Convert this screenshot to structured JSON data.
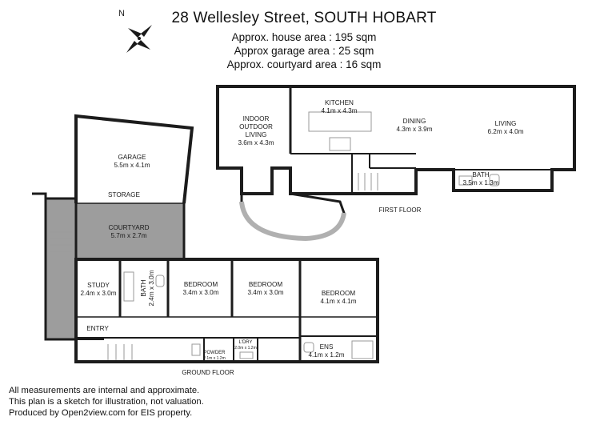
{
  "header": {
    "title": "28 Wellesley Street, SOUTH HOBART",
    "house_area": "Approx. house area : 195 sqm",
    "garage_area": "Approx garage area : 25 sqm",
    "courtyard_area": "Approx. courtyard area : 16 sqm"
  },
  "compass": {
    "letter": "N"
  },
  "first_floor": {
    "label": "FIRST FLOOR",
    "rooms": {
      "indoor_outdoor": {
        "name_1": "INDOOR",
        "name_2": "OUTDOOR",
        "name_3": "LIVING",
        "size": "3.6m x 4.3m"
      },
      "kitchen": {
        "name": "KITCHEN",
        "size": "4.1m x 4.3m"
      },
      "dining": {
        "name": "DINING",
        "size": "4.3m x 3.9m"
      },
      "living": {
        "name": "LIVING",
        "size": "6.2m x 4.0m"
      },
      "bath": {
        "name": "BATH",
        "size": "3.5m x 1.3m"
      }
    }
  },
  "ground_floor": {
    "label": "GROUND FLOOR",
    "rooms": {
      "garage": {
        "name": "GARAGE",
        "size": "5.5m x 4.1m"
      },
      "storage": {
        "name": "STORAGE"
      },
      "courtyard": {
        "name": "COURTYARD",
        "size": "5.7m x 2.7m"
      },
      "study": {
        "name": "STUDY",
        "size": "2.4m x 3.0m"
      },
      "bath": {
        "name": "BATH",
        "size": "2.4m x 3.0m"
      },
      "bedroom_1": {
        "name": "BEDROOM",
        "size": "3.4m x 3.0m"
      },
      "bedroom_2": {
        "name": "BEDROOM",
        "size": "3.4m x 3.0m"
      },
      "bedroom_3": {
        "name": "BEDROOM",
        "size": "4.1m x 4.1m"
      },
      "entry": {
        "name": "ENTRY"
      },
      "powder": {
        "name": "POWDER",
        "size": "2.1m x 1.2m"
      },
      "laundry": {
        "name": "L'DRY",
        "size": "2.0m x 1.2m"
      },
      "ensuite": {
        "name": "ENS",
        "size": "4.1m x 1.2m"
      }
    }
  },
  "footer": {
    "line_1": "All measurements are internal and approximate.",
    "line_2": "This plan is a sketch for illustration, not valuation.",
    "line_3": "Produced by Open2view.com for EIS property."
  },
  "colors": {
    "wall": "#1c1c1c",
    "courtyard": "#9d9d9d",
    "background": "#ffffff",
    "fixture": "#b8b8b8"
  }
}
